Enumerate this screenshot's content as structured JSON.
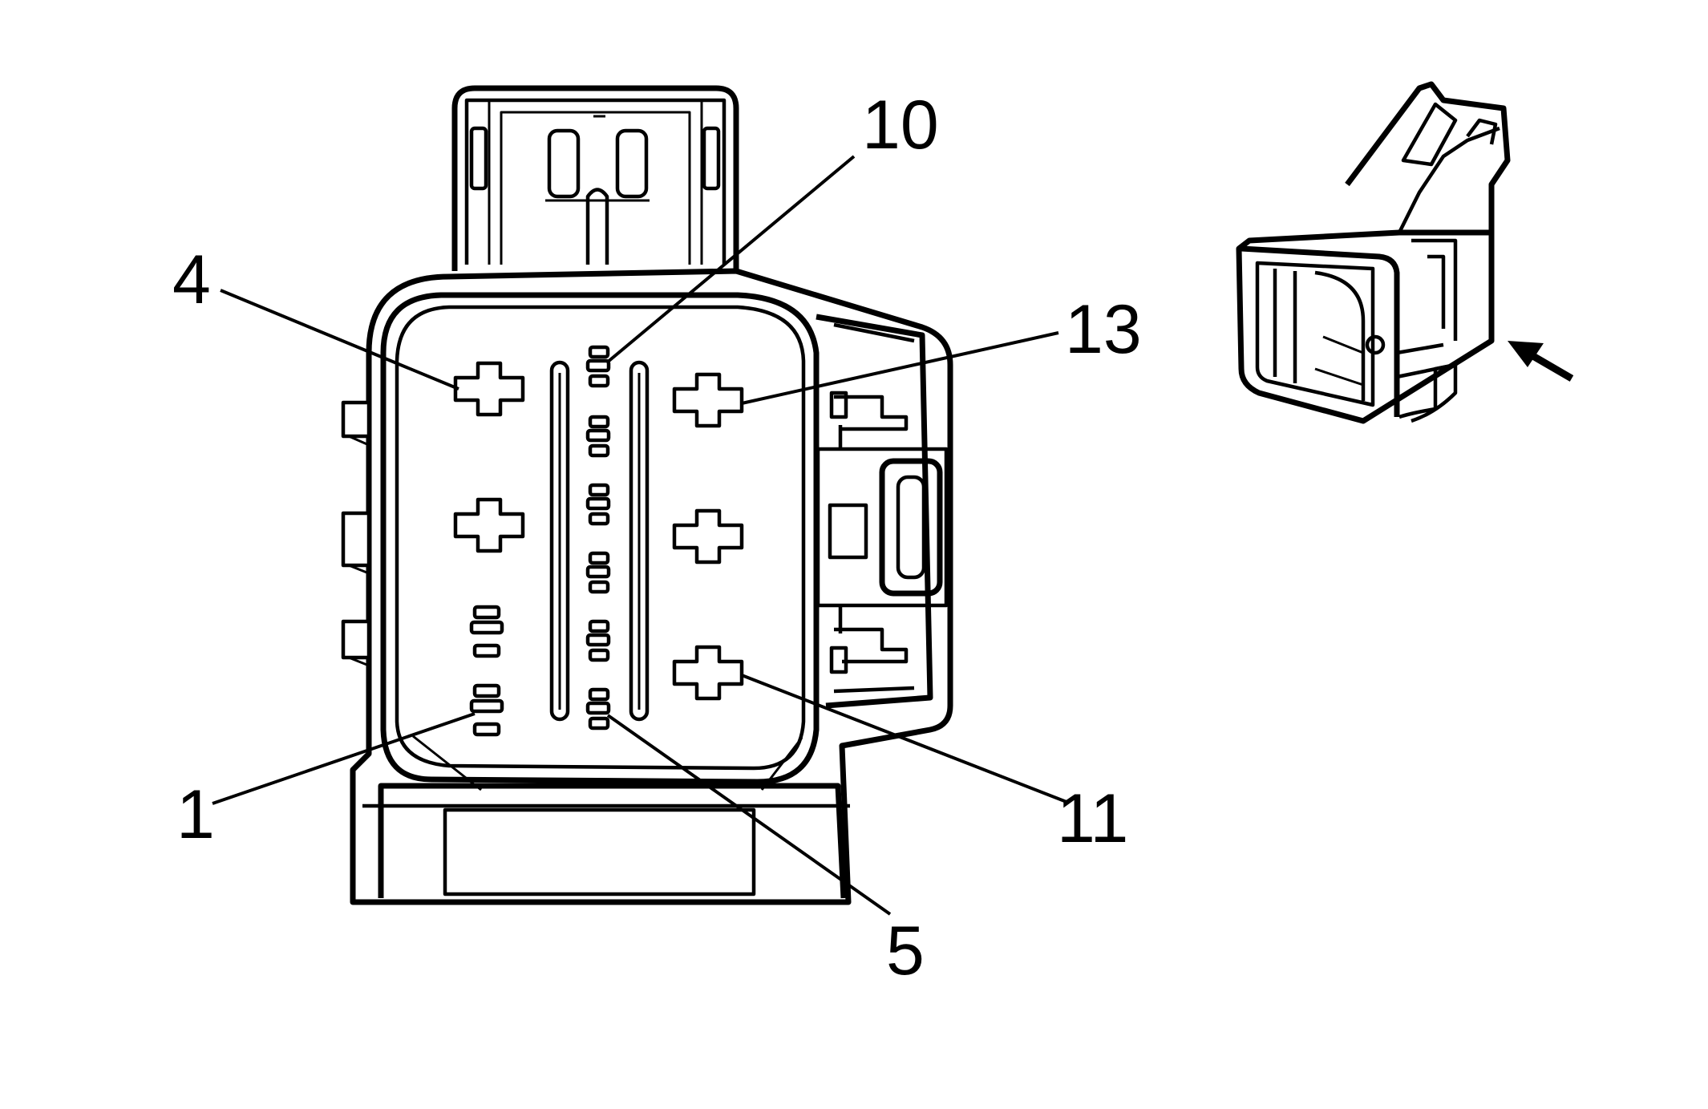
{
  "diagram": {
    "pin_labels": [
      "1",
      "4",
      "5",
      "10",
      "11",
      "13"
    ]
  },
  "colors": {
    "line": "#000000",
    "background": "#ffffff"
  },
  "icons": {
    "view_arrow": "arrow-icon"
  }
}
